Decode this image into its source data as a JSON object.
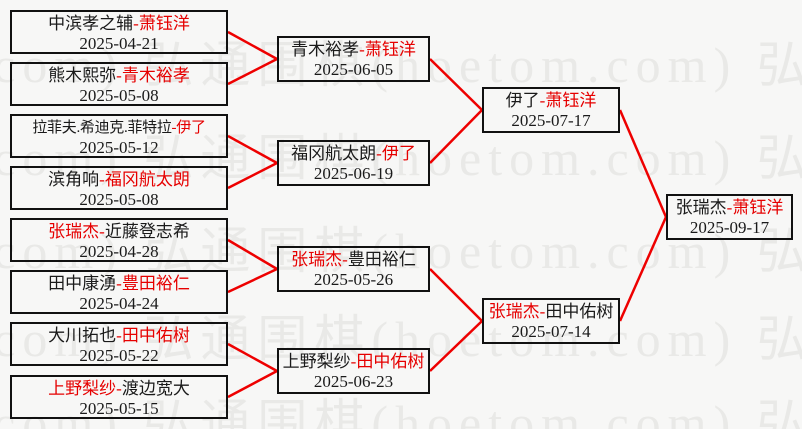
{
  "watermark": {
    "text": "弘通围棋(hoetom.com)"
  },
  "colors": {
    "red_text": "#e60000",
    "line": "#ee0000",
    "border": "#111111",
    "background": "#f7f7f6",
    "watermark": "#e9e9e7"
  },
  "r1": [
    {
      "a": "中滨孝之辅",
      "b": "-萧钰洋",
      "date": "2025-04-21"
    },
    {
      "a": "熊木熙弥",
      "b": "-青木裕孝",
      "date": "2025-05-08"
    },
    {
      "a": "拉菲夫.希迪克.菲特拉",
      "b": "-伊了",
      "date": "2025-05-12"
    },
    {
      "a": "滨角响",
      "b": "-福冈航太朗",
      "date": "2025-05-08"
    },
    {
      "a": "张瑞杰-",
      "b": "近藤登志希",
      "date": "2025-04-28"
    },
    {
      "a": "田中康湧",
      "b": "-豊田裕仁",
      "date": "2025-04-24"
    },
    {
      "a": "大川拓也",
      "b": "-田中佑树",
      "date": "2025-05-22"
    },
    {
      "a": "上野梨纱-",
      "b": "渡边宽大",
      "date": "2025-05-15"
    }
  ],
  "r2": [
    {
      "a": "青木裕孝",
      "b": "-萧钰洋",
      "date": "2025-06-05"
    },
    {
      "a": "福冈航太朗",
      "b": "-伊了",
      "date": "2025-06-19"
    },
    {
      "a": "张瑞杰-",
      "b": "豊田裕仁",
      "date": "2025-05-26"
    },
    {
      "a": "上野梨纱",
      "b": "-田中佑树",
      "date": "2025-06-23"
    }
  ],
  "sf": [
    {
      "a": "伊了",
      "b": "-萧钰洋",
      "date": "2025-07-17"
    },
    {
      "a": "张瑞杰-",
      "b": "田中佑树",
      "date": "2025-07-14"
    }
  ],
  "final": {
    "a": "张瑞杰",
    "b": "-萧钰洋",
    "date": "2025-09-17"
  }
}
